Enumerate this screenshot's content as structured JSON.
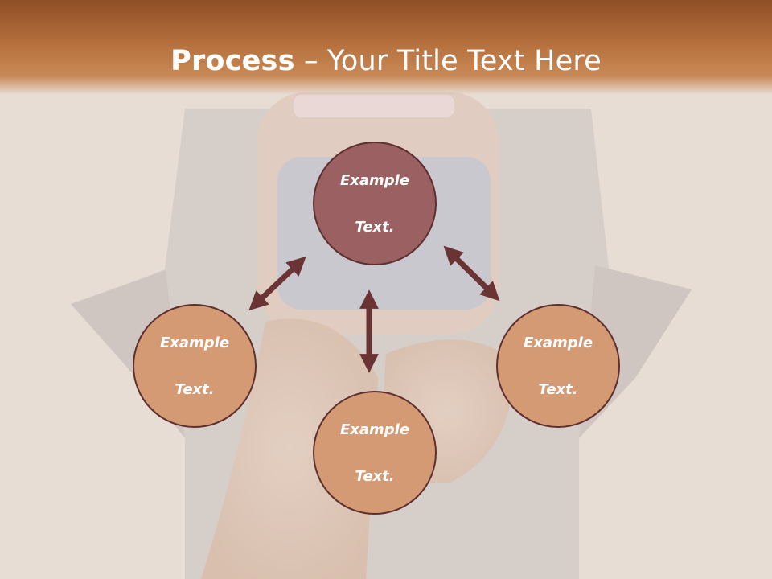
{
  "title": {
    "bold": "Process",
    "rest": " – Your Title Text Here"
  },
  "colors": {
    "header_top": "#8e4f25",
    "header_bottom": "#c98956",
    "center_node": "#9a6062",
    "outer_node": "#d39a73",
    "arrow": "#6a3434",
    "node_border": "#5e2f2f"
  },
  "nodes": {
    "top": {
      "line1": "Example",
      "line2": "Text."
    },
    "left": {
      "line1": "Example",
      "line2": "Text."
    },
    "right": {
      "line1": "Example",
      "line2": "Text."
    },
    "bottom": {
      "line1": "Example",
      "line2": "Text."
    }
  }
}
